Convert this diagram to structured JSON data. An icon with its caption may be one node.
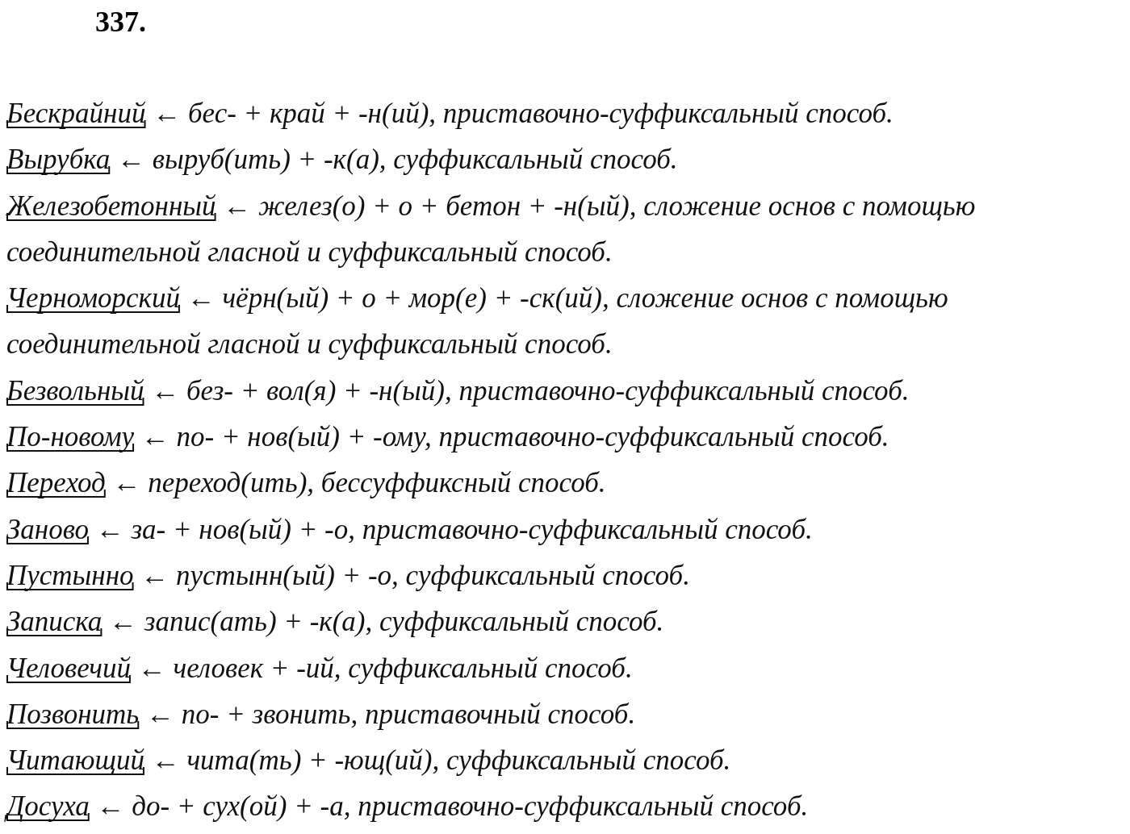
{
  "diagram": {
    "title": "337.",
    "labels": [
      "Бескрайний ← бес- + край + -н(ий), приставочно-суффиксальный способ.",
      "Вырубка ← выруб(ить) + -к(а), суффиксальный способ.",
      "Железобетонный ← желез(о) + о + бетон + -н(ый), сложение основ с помощью соединительной гласной и суффиксальный способ.",
      "Черноморский ← чёрн(ый) + о + мор(е) + -ск(ий), сложение основ с помощью соединительной гласной и суффиксальный способ.",
      "Безвольный ← без- + вол(я) + -н(ый), приставочно-суффиксальный способ.",
      "По-новому ← по- + нов(ый) + -ому, приставочно-суффиксальный способ.",
      "Переход ← переход(ить), бессуффиксный способ.",
      "Заново ← за- + нов(ый) + -о, приставочно-суффиксальный способ.",
      "Пустынно ← пустынн(ый) + -о, суффиксальный способ.",
      "Записка ← запис(ать) + -к(а), суффиксальный способ.",
      "Человечий ← человек + -ий, суффиксальный способ.",
      "Позвонить ← по- + звонить, приставочный способ.",
      "Читающий ← чита(ть) + -ющ(ий), суффиксальный способ.",
      "Досуха ← до- + сух(ой) + -а, приставочно-суффиксальный способ."
    ]
  }
}
